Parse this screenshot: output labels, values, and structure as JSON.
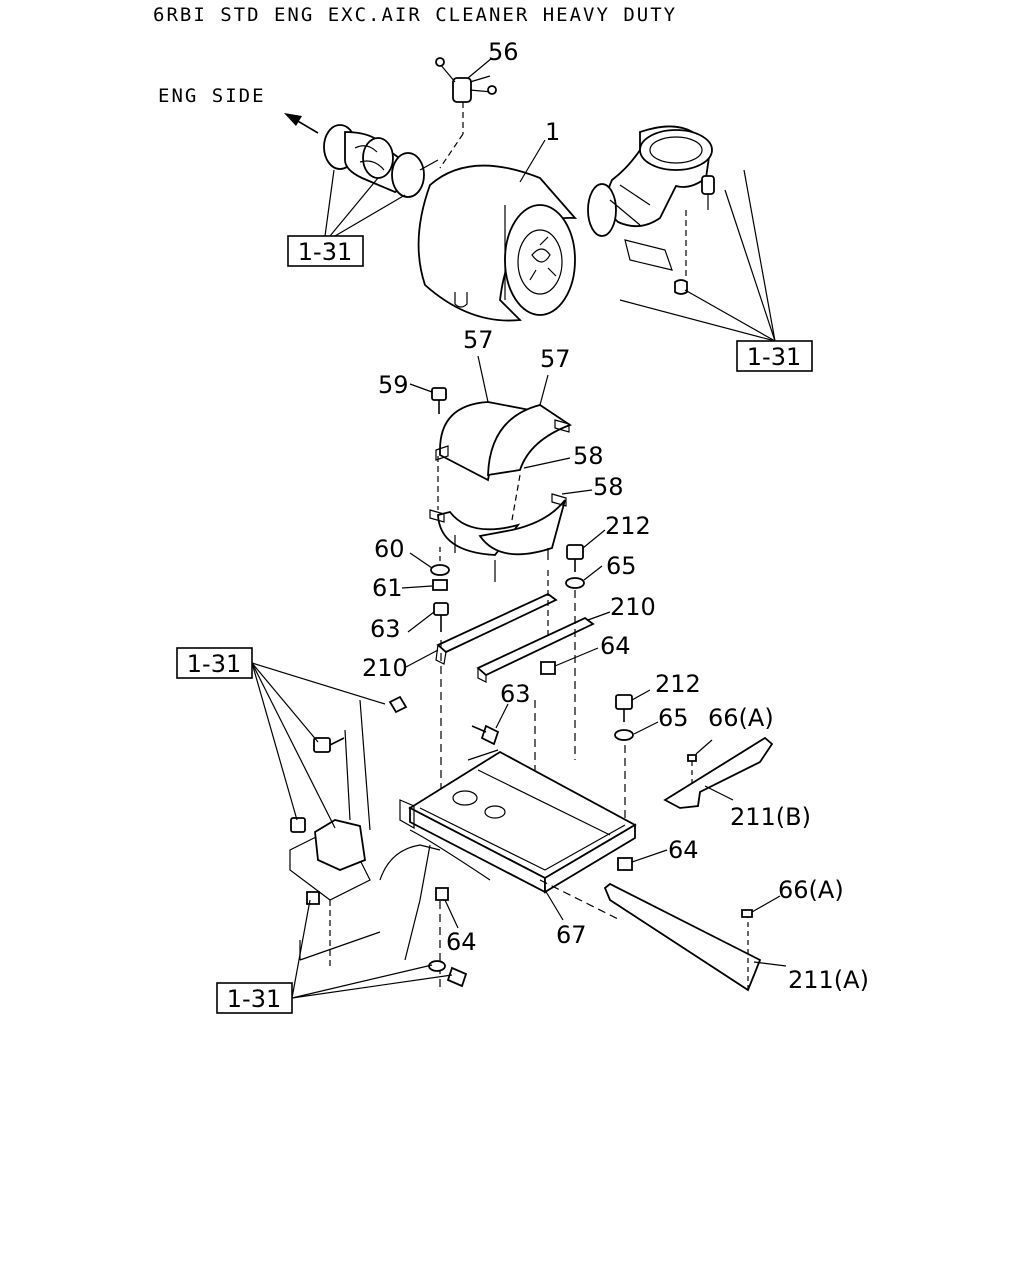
{
  "title": "6RBI STD ENG EXC.AIR CLEANER HEAVY DUTY",
  "direction_label": "ENG SIDE",
  "reference_boxes": [
    "1-31",
    "1-31",
    "1-31",
    "1-31"
  ],
  "callouts": {
    "c56": "56",
    "c1": "1",
    "c57a": "57",
    "c57b": "57",
    "c59": "59",
    "c58a": "58",
    "c58b": "58",
    "c212a": "212",
    "c60": "60",
    "c65a": "65",
    "c61": "61",
    "c210a": "210",
    "c63a": "63",
    "c64a": "64",
    "c210b": "210",
    "c212b": "212",
    "c63b": "63",
    "c65b": "65",
    "c66a": "66(A)",
    "c211b": "211(B)",
    "c64b": "64",
    "c67": "67",
    "c64c": "64",
    "c66b": "66(A)",
    "c211a": "211(A)"
  }
}
